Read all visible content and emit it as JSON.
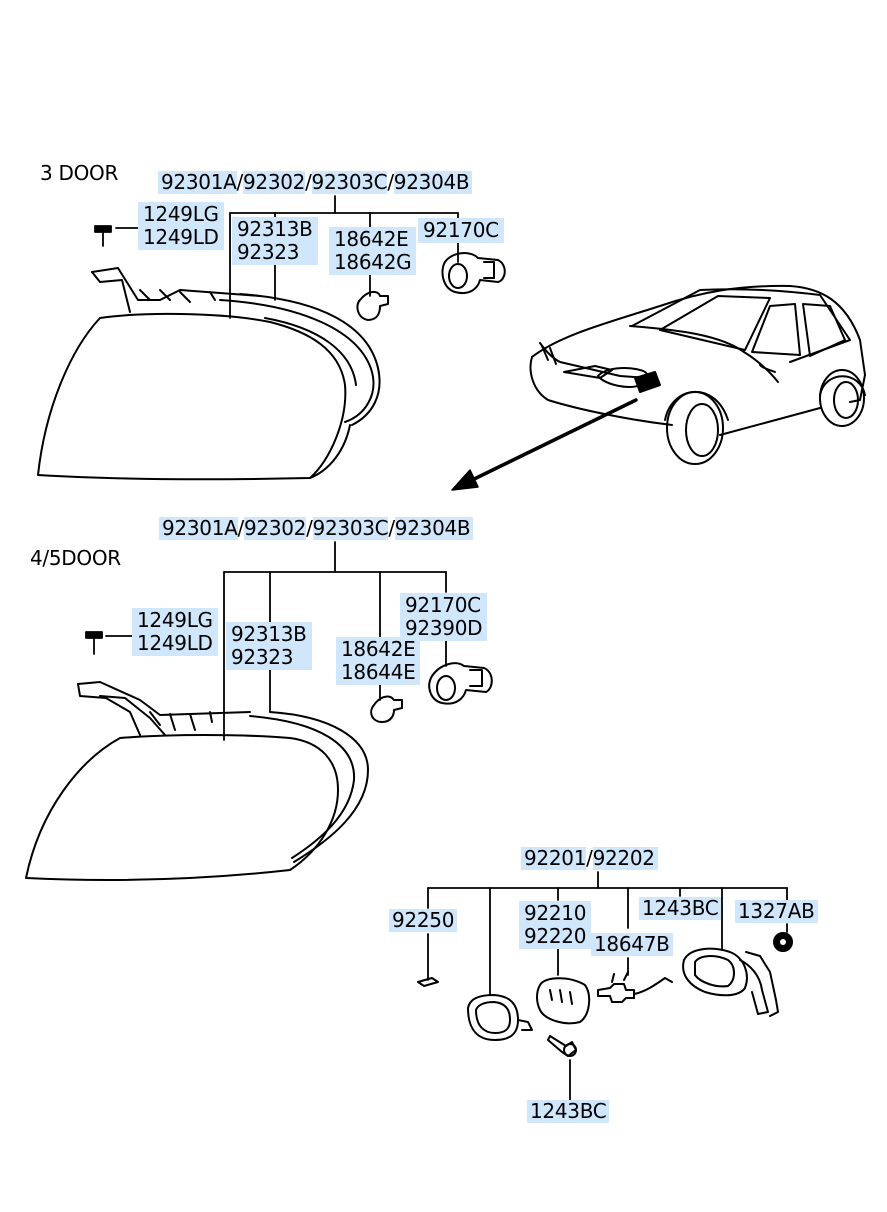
{
  "sections": {
    "three_door": "3 DOOR",
    "four_five_door": "4/5DOOR"
  },
  "upper_assembly": {
    "part_a": "92301A",
    "sep1": "/",
    "part_b": "92302",
    "sep2": "/",
    "part_c": "92303C",
    "sep3": "/",
    "part_d": "92304B"
  },
  "upper_screw": [
    "1249LG",
    "1249LD"
  ],
  "upper_lens": [
    "92313B",
    "92323"
  ],
  "upper_bulb": [
    "18642E",
    "18642G"
  ],
  "upper_socket": [
    "92170C"
  ],
  "lower_assembly": {
    "part_a": "92301A",
    "sep1": "/",
    "part_b": "92302",
    "sep2": "/",
    "part_c": "92303C",
    "sep3": "/",
    "part_d": "92304B"
  },
  "lower_screw": [
    "1249LG",
    "1249LD"
  ],
  "lower_lens": [
    "92313B",
    "92323"
  ],
  "lower_bulb": [
    "18642E",
    "18644E"
  ],
  "lower_socket": [
    "92170C",
    "92390D"
  ],
  "side_assembly": {
    "part_a": "92201",
    "sep": "/",
    "part_b": "92202"
  },
  "side_parts": {
    "clip": "92250",
    "lens": [
      "92210",
      "92220"
    ],
    "screw_top": "1243BC",
    "nut": "1327AB",
    "bulb": "18647B",
    "screw_bottom": "1243BC"
  },
  "colors": {
    "highlight": "#cfe6fb",
    "line": "#000000"
  }
}
